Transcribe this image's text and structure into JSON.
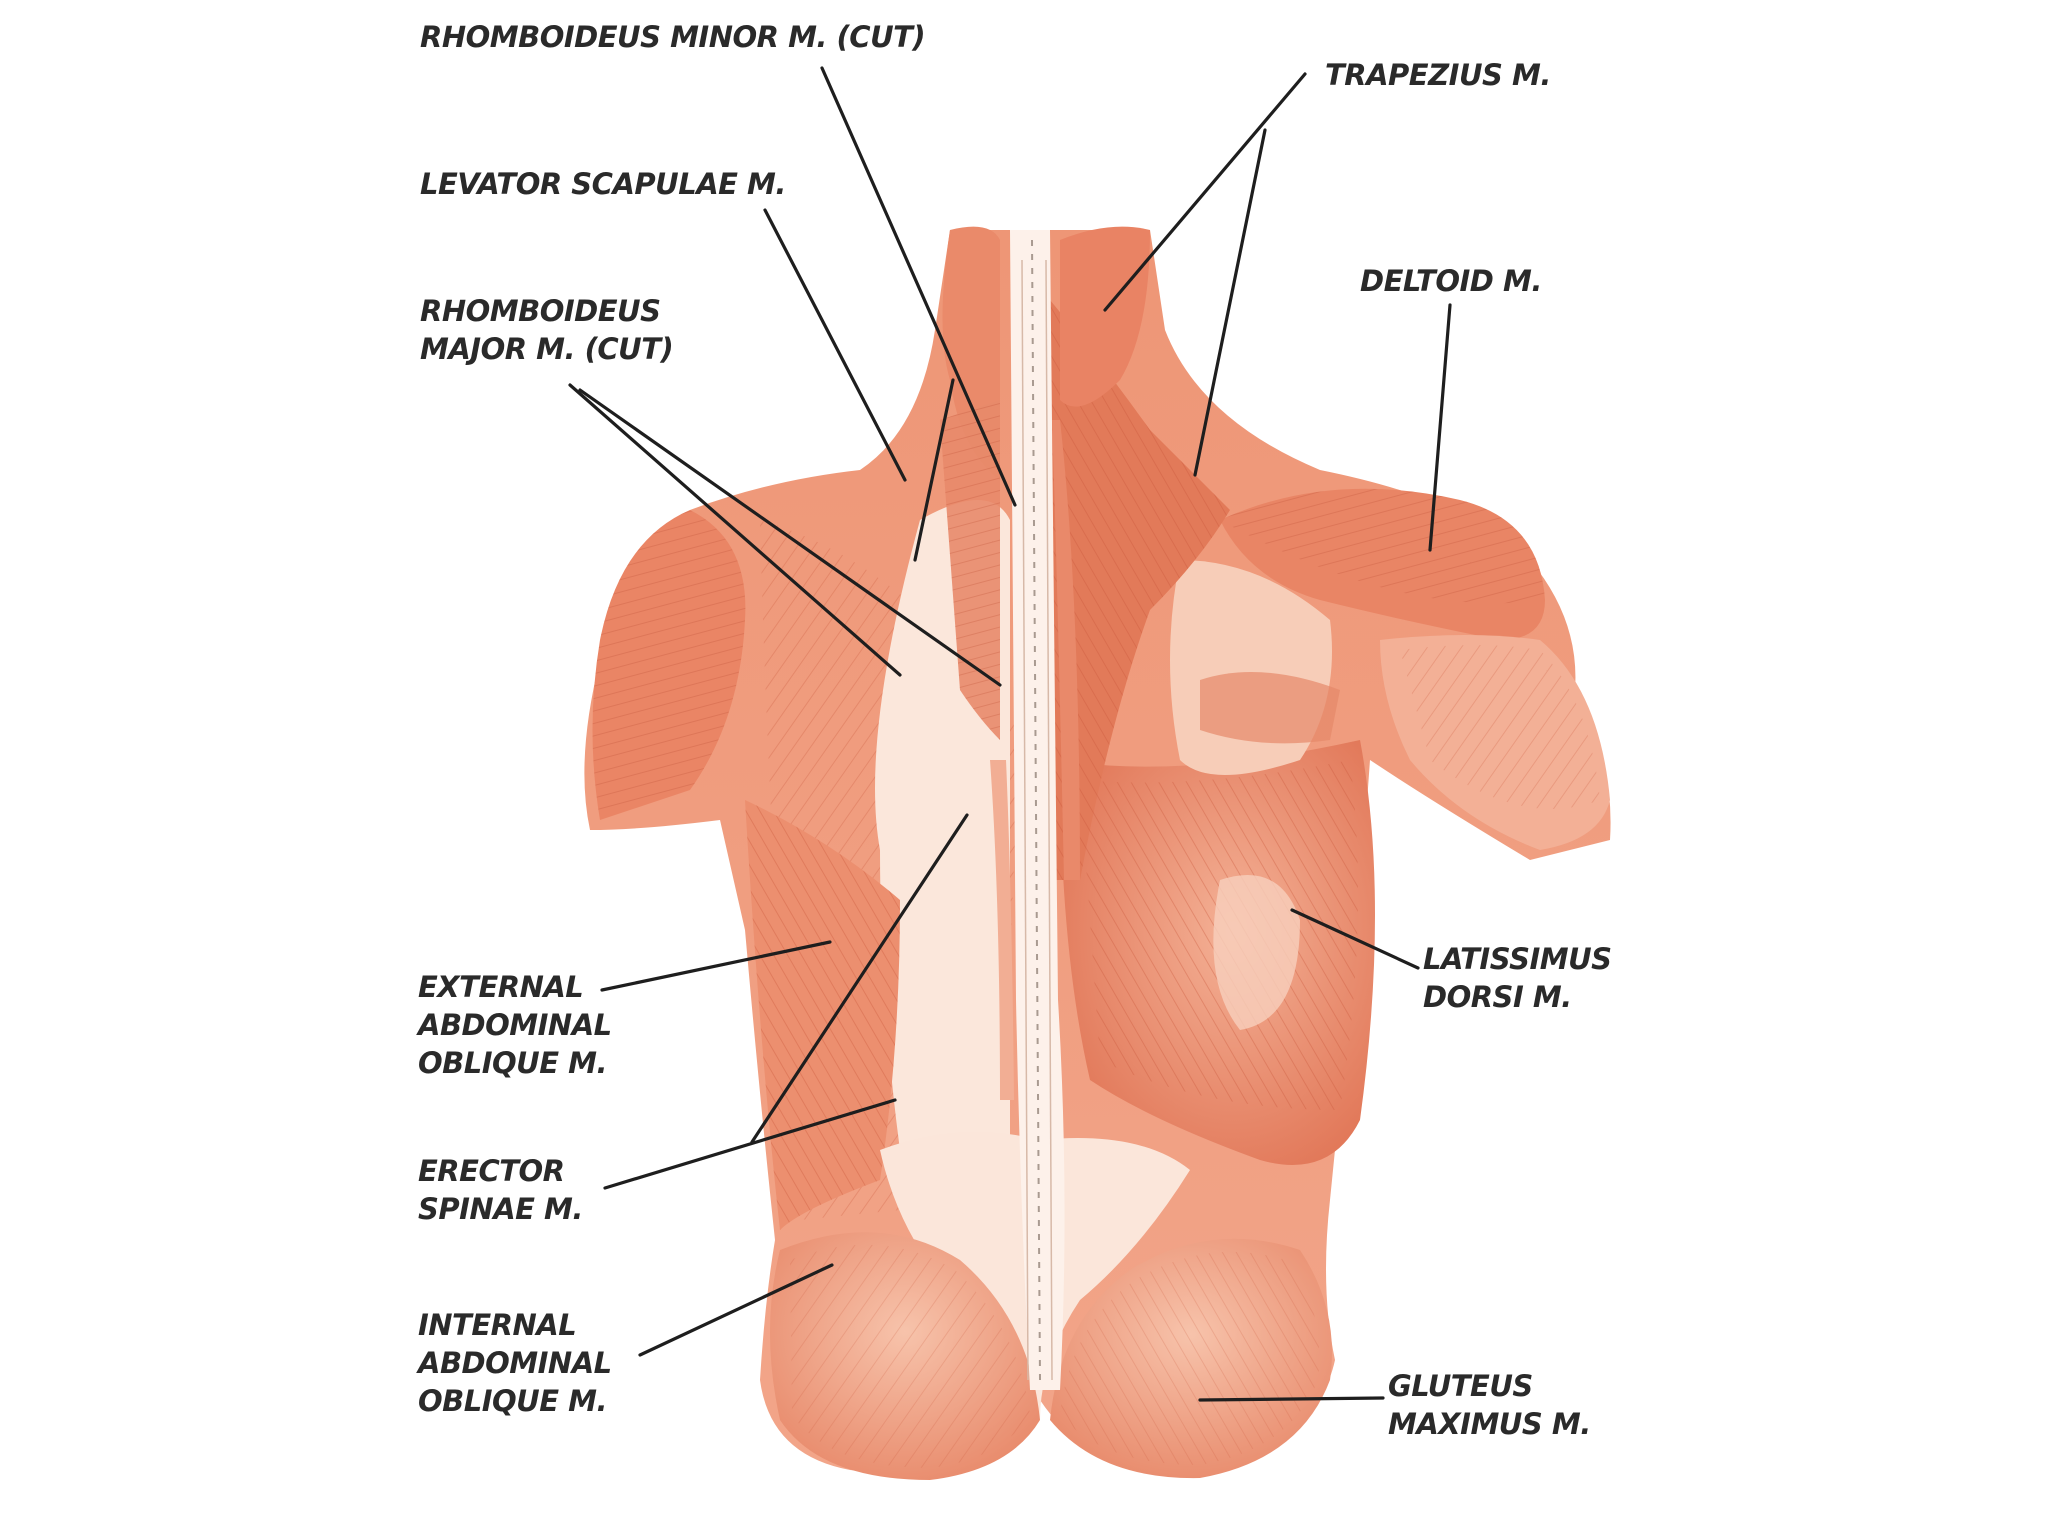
{
  "colors": {
    "background": "#ffffff",
    "muscle_base": "#ef9a7b",
    "muscle_dark": "#d65f3e",
    "muscle_light": "#f6c0a8",
    "tendon": "#fbe9dd",
    "text": "#2a2a2a",
    "leader_line": "#1e1e1e"
  },
  "labels": {
    "rhomboideus_minor": "RHOMBOIDEUS MINOR M. (CUT)",
    "trapezius": "TRAPEZIUS M.",
    "levator_scapulae": "LEVATOR SCAPULAE M.",
    "deltoid": "DELTOID M.",
    "rhomboideus_major": [
      "RHOMBOIDEUS",
      "MAJOR M.  (CUT)"
    ],
    "external_oblique": [
      "EXTERNAL",
      "ABDOMINAL",
      "OBLIQUE M."
    ],
    "latissimus": [
      "LATISSIMUS",
      "DORSI M."
    ],
    "erector_spinae": [
      "ERECTOR",
      "SPINAE M."
    ],
    "internal_oblique": [
      "INTERNAL",
      "ABDOMINAL",
      "OBLIQUE M."
    ],
    "gluteus": [
      "GLUTEUS",
      "MAXIMUS M."
    ]
  }
}
